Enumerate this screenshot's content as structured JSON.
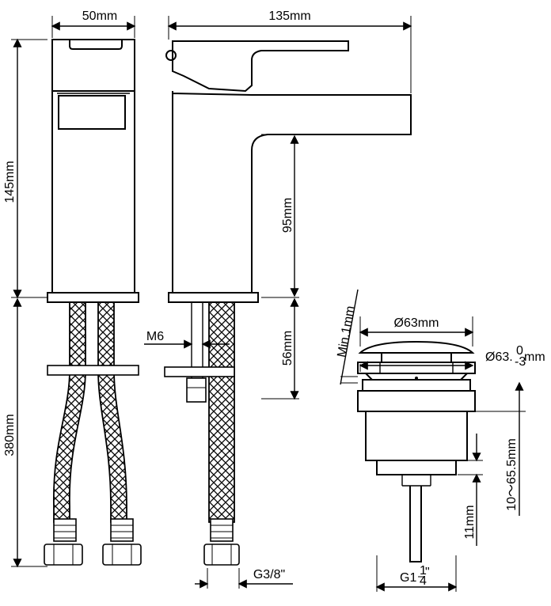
{
  "dimensions": {
    "width_top": "50mm",
    "length": "135mm",
    "height_body": "145mm",
    "spout_height": "95mm",
    "hose_length": "380mm",
    "mount_height": "56mm",
    "bolt": "M6",
    "hose_thread": "G3/8\"",
    "drain_cap_diameter": "Ø63mm",
    "drain_diameter_main": "Ø63.",
    "drain_tol_upper": "0",
    "drain_tol_lower": "-3",
    "drain_tol_unit": "mm",
    "min_gap": "Min.1mm",
    "drain_range": "10～65.5mm",
    "drain_tail": "11mm",
    "drain_thread_main": "G1",
    "drain_thread_num": "1",
    "drain_thread_den": "4",
    "drain_thread_mark": "\""
  },
  "icons": {
    "dimension_arrow": "arrowhead",
    "hose": "braided-hose"
  }
}
